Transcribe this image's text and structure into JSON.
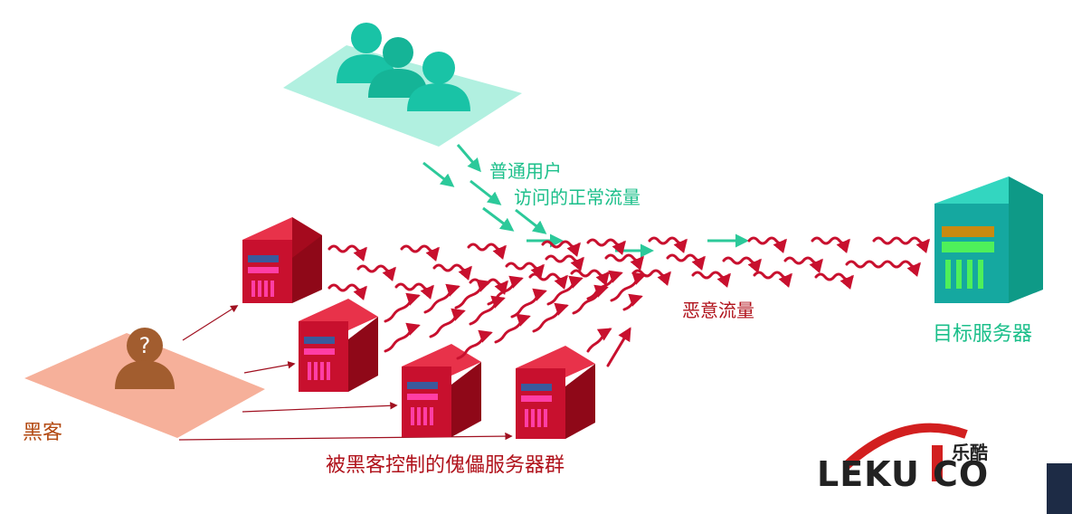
{
  "labels": {
    "normal_users": "普通用户",
    "normal_traffic": "访问的正常流量",
    "malicious_traffic": "恶意流量",
    "target_server": "目标服务器",
    "hacker": "黑客",
    "botnet": "被黑客控制的傀儡服务器群"
  },
  "hacker_icon_glyph": "?",
  "logo": {
    "text": "LEKU CO",
    "cn": "乐酷"
  },
  "colors": {
    "normal": "#1bbf8a",
    "malicious": "#c8102e",
    "hacker": "#b34a12",
    "server_red": "#c8102e",
    "server_teal": "#19c3a6"
  }
}
